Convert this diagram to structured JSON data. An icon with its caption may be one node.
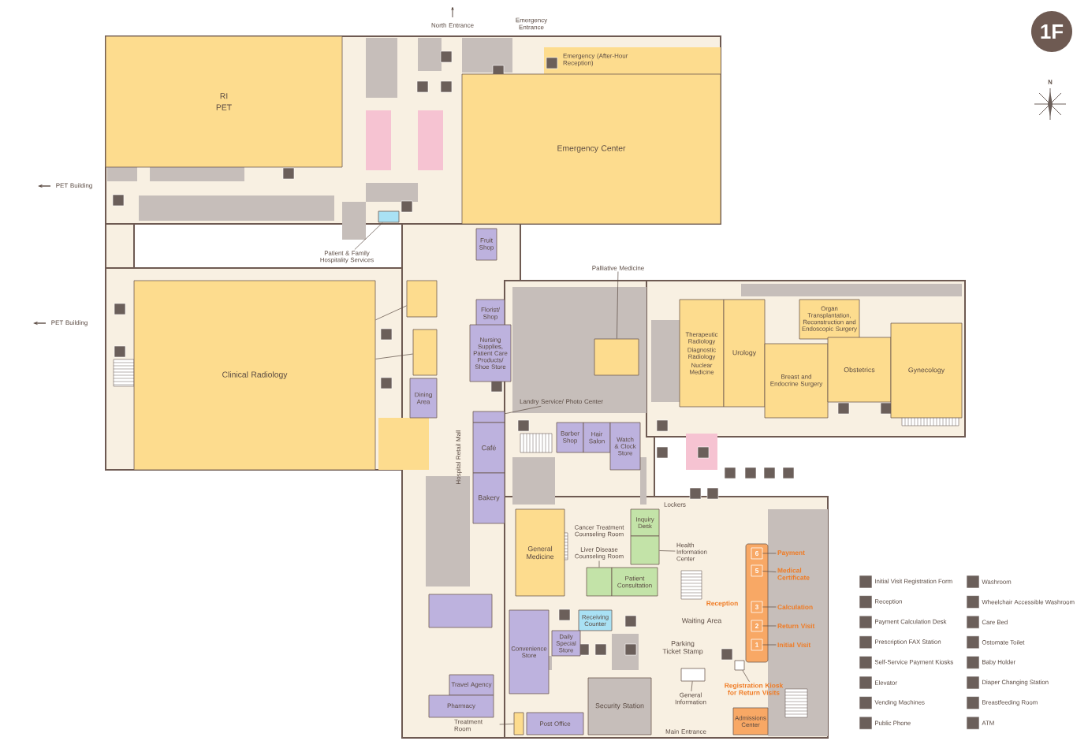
{
  "diagram": {
    "nodes": [
      {
        "text": [
          "RI",
          "PET"
        ]
      },
      {
        "text": [
          "Emergency Center"
        ]
      },
      {
        "text": [
          "Clinical Radiology"
        ]
      },
      {
        "text": [],
        "shape": "box"
      },
      {
        "text": [],
        "shape": "box"
      },
      {
        "text": [
          "Dining Area"
        ]
      },
      {
        "text": [
          "Fruit Shop"
        ]
      },
      {
        "text": [
          "Florist/ Shop"
        ]
      },
      {
        "text": [
          "Nursing Supplies, Patient Care Products/ Shoe Store"
        ]
      },
      {
        "text": [],
        "shape": "box"
      },
      {
        "text": [
          "Café"
        ]
      },
      {
        "text": [
          "Bakery"
        ]
      },
      {
        "text": [],
        "shape": "box"
      },
      {
        "text": [
          "Barber Shop"
        ]
      },
      {
        "text": [
          "Hair Salon"
        ]
      },
      {
        "text": [
          "Watch & Clock Store"
        ]
      },
      {
        "text": [
          "Palliative Medicine"
        ]
      },
      {
        "text": [],
        "shape": "box"
      },
      {
        "text": [
          "Landry Service/ Photo Center"
        ]
      },
      {
        "text": [
          "General Medicine"
        ]
      },
      {
        "text": [
          "Liver Disease Counseling Room"
        ]
      },
      {
        "text": [],
        "shape": "box"
      },
      {
        "text": [
          "Inquiry Desk"
        ]
      },
      {
        "text": [],
        "shape": "box"
      },
      {
        "text": [
          "Health Information Center"
        ]
      },
      {
        "text": [
          "Patient Consultation"
        ]
      },
      {
        "text": [
          "Receiving Counter"
        ]
      },
      {
        "text": [
          "Daily Special Store"
        ]
      },
      {
        "text": [
          "Convenience Store"
        ]
      },
      {
        "text": [
          "Travel Agency"
        ]
      },
      {
        "text": [
          "Pharmacy"
        ]
      },
      {
        "text": [
          "Treatment Room"
        ]
      },
      {
        "text": [],
        "shape": "box"
      },
      {
        "text": [
          "Post Office"
        ]
      },
      {
        "text": [
          "Security Station"
        ]
      },
      {
        "text": [
          "General Information"
        ]
      },
      {
        "text": [],
        "shape": "box"
      },
      {
        "text": [
          "Registration Kiosk for Return Visits"
        ]
      },
      {
        "text": [],
        "shape": "box"
      },
      {
        "text": [
          "Admissions Center"
        ]
      },
      {
        "text": [],
        "shape": "bar"
      },
      {
        "text": [
          "6"
        ],
        "in": 40
      },
      {
        "text": [
          "5"
        ],
        "in": 40
      },
      {
        "text": [
          "3"
        ],
        "in": 40
      },
      {
        "text": [
          "2"
        ],
        "in": 40
      },
      {
        "text": [
          "1"
        ],
        "in": 40
      },
      {
        "text": [
          "Payment"
        ]
      },
      {
        "text": [
          "Medical Certificate"
        ]
      },
      {
        "text": [
          "Calculation"
        ]
      },
      {
        "text": [
          "Return Visit"
        ]
      },
      {
        "text": [
          "Initial Visit"
        ]
      },
      {
        "text": [
          "Patient & Family Hospitality Services"
        ]
      },
      {
        "text": [],
        "shape": "box"
      },
      {
        "text": [
          "Therapeutic Radiology",
          "Diagnostic Radiology",
          "Nuclear Medicine"
        ]
      },
      {
        "text": [
          "Urology"
        ]
      },
      {
        "text": [
          "Organ Transplantation, Reconstruction and Endoscopic Surgery"
        ]
      },
      {
        "text": [
          "Breast and Endocrine Surgery"
        ]
      },
      {
        "text": [
          "Obstetrics"
        ]
      },
      {
        "text": [
          "Gynecology"
        ]
      }
    ],
    "edges": [
      {
        "from": 2,
        "to": 3,
        "arrow": "none"
      },
      {
        "from": 2,
        "to": 4,
        "arrow": "none"
      },
      {
        "from": 16,
        "to": 17,
        "arrow": "none"
      },
      {
        "from": 18,
        "to": 9,
        "arrow": "none"
      },
      {
        "from": 20,
        "to": 21,
        "arrow": "none"
      },
      {
        "from": 24,
        "to": 23,
        "arrow": "none"
      },
      {
        "from": 31,
        "to": 32,
        "arrow": "none"
      },
      {
        "from": 35,
        "to": 36,
        "arrow": "none"
      },
      {
        "from": 37,
        "to": 38,
        "arrow": "none"
      },
      {
        "from": 46,
        "to": 41,
        "arrow": "none"
      },
      {
        "from": 47,
        "to": 42,
        "arrow": "none"
      },
      {
        "from": 48,
        "to": 43,
        "arrow": "none"
      },
      {
        "from": 49,
        "to": 44,
        "arrow": "none"
      },
      {
        "from": 50,
        "to": 45,
        "arrow": "none"
      },
      {
        "from": 51,
        "to": 52,
        "arrow": "none"
      }
    ],
    "labels": [
      "1F",
      "N",
      "North Entrance",
      "Emergency Entrance",
      "Emergency (After-Hour Reception)",
      "PET Building",
      "PET Building",
      "Hospital Retail Mall",
      "Cancer Treatment Counseling Room",
      "Lockers",
      "Reception",
      "Waiting Area",
      "Parking Ticket Stamp",
      "Main Entrance"
    ],
    "legend": [
      {
        "text": "Initial Visit Registration Form"
      },
      {
        "text": "Reception"
      },
      {
        "text": "Payment Calculation Desk"
      },
      {
        "text": "Prescription FAX Station"
      },
      {
        "text": "Self-Service Payment Kiosks"
      },
      {
        "text": "Elevator"
      },
      {
        "text": "Vending Machines"
      },
      {
        "text": "Public Phone"
      },
      {
        "text": "Washroom"
      },
      {
        "text": "Wheelchair Accessible Washroom"
      },
      {
        "text": "Care Bed"
      },
      {
        "text": "Ostomate Toilet"
      },
      {
        "text": "Baby Holder"
      },
      {
        "text": "Diaper Changing Station"
      },
      {
        "text": "Breastfeeding Room"
      },
      {
        "text": "ATM"
      }
    ]
  }
}
